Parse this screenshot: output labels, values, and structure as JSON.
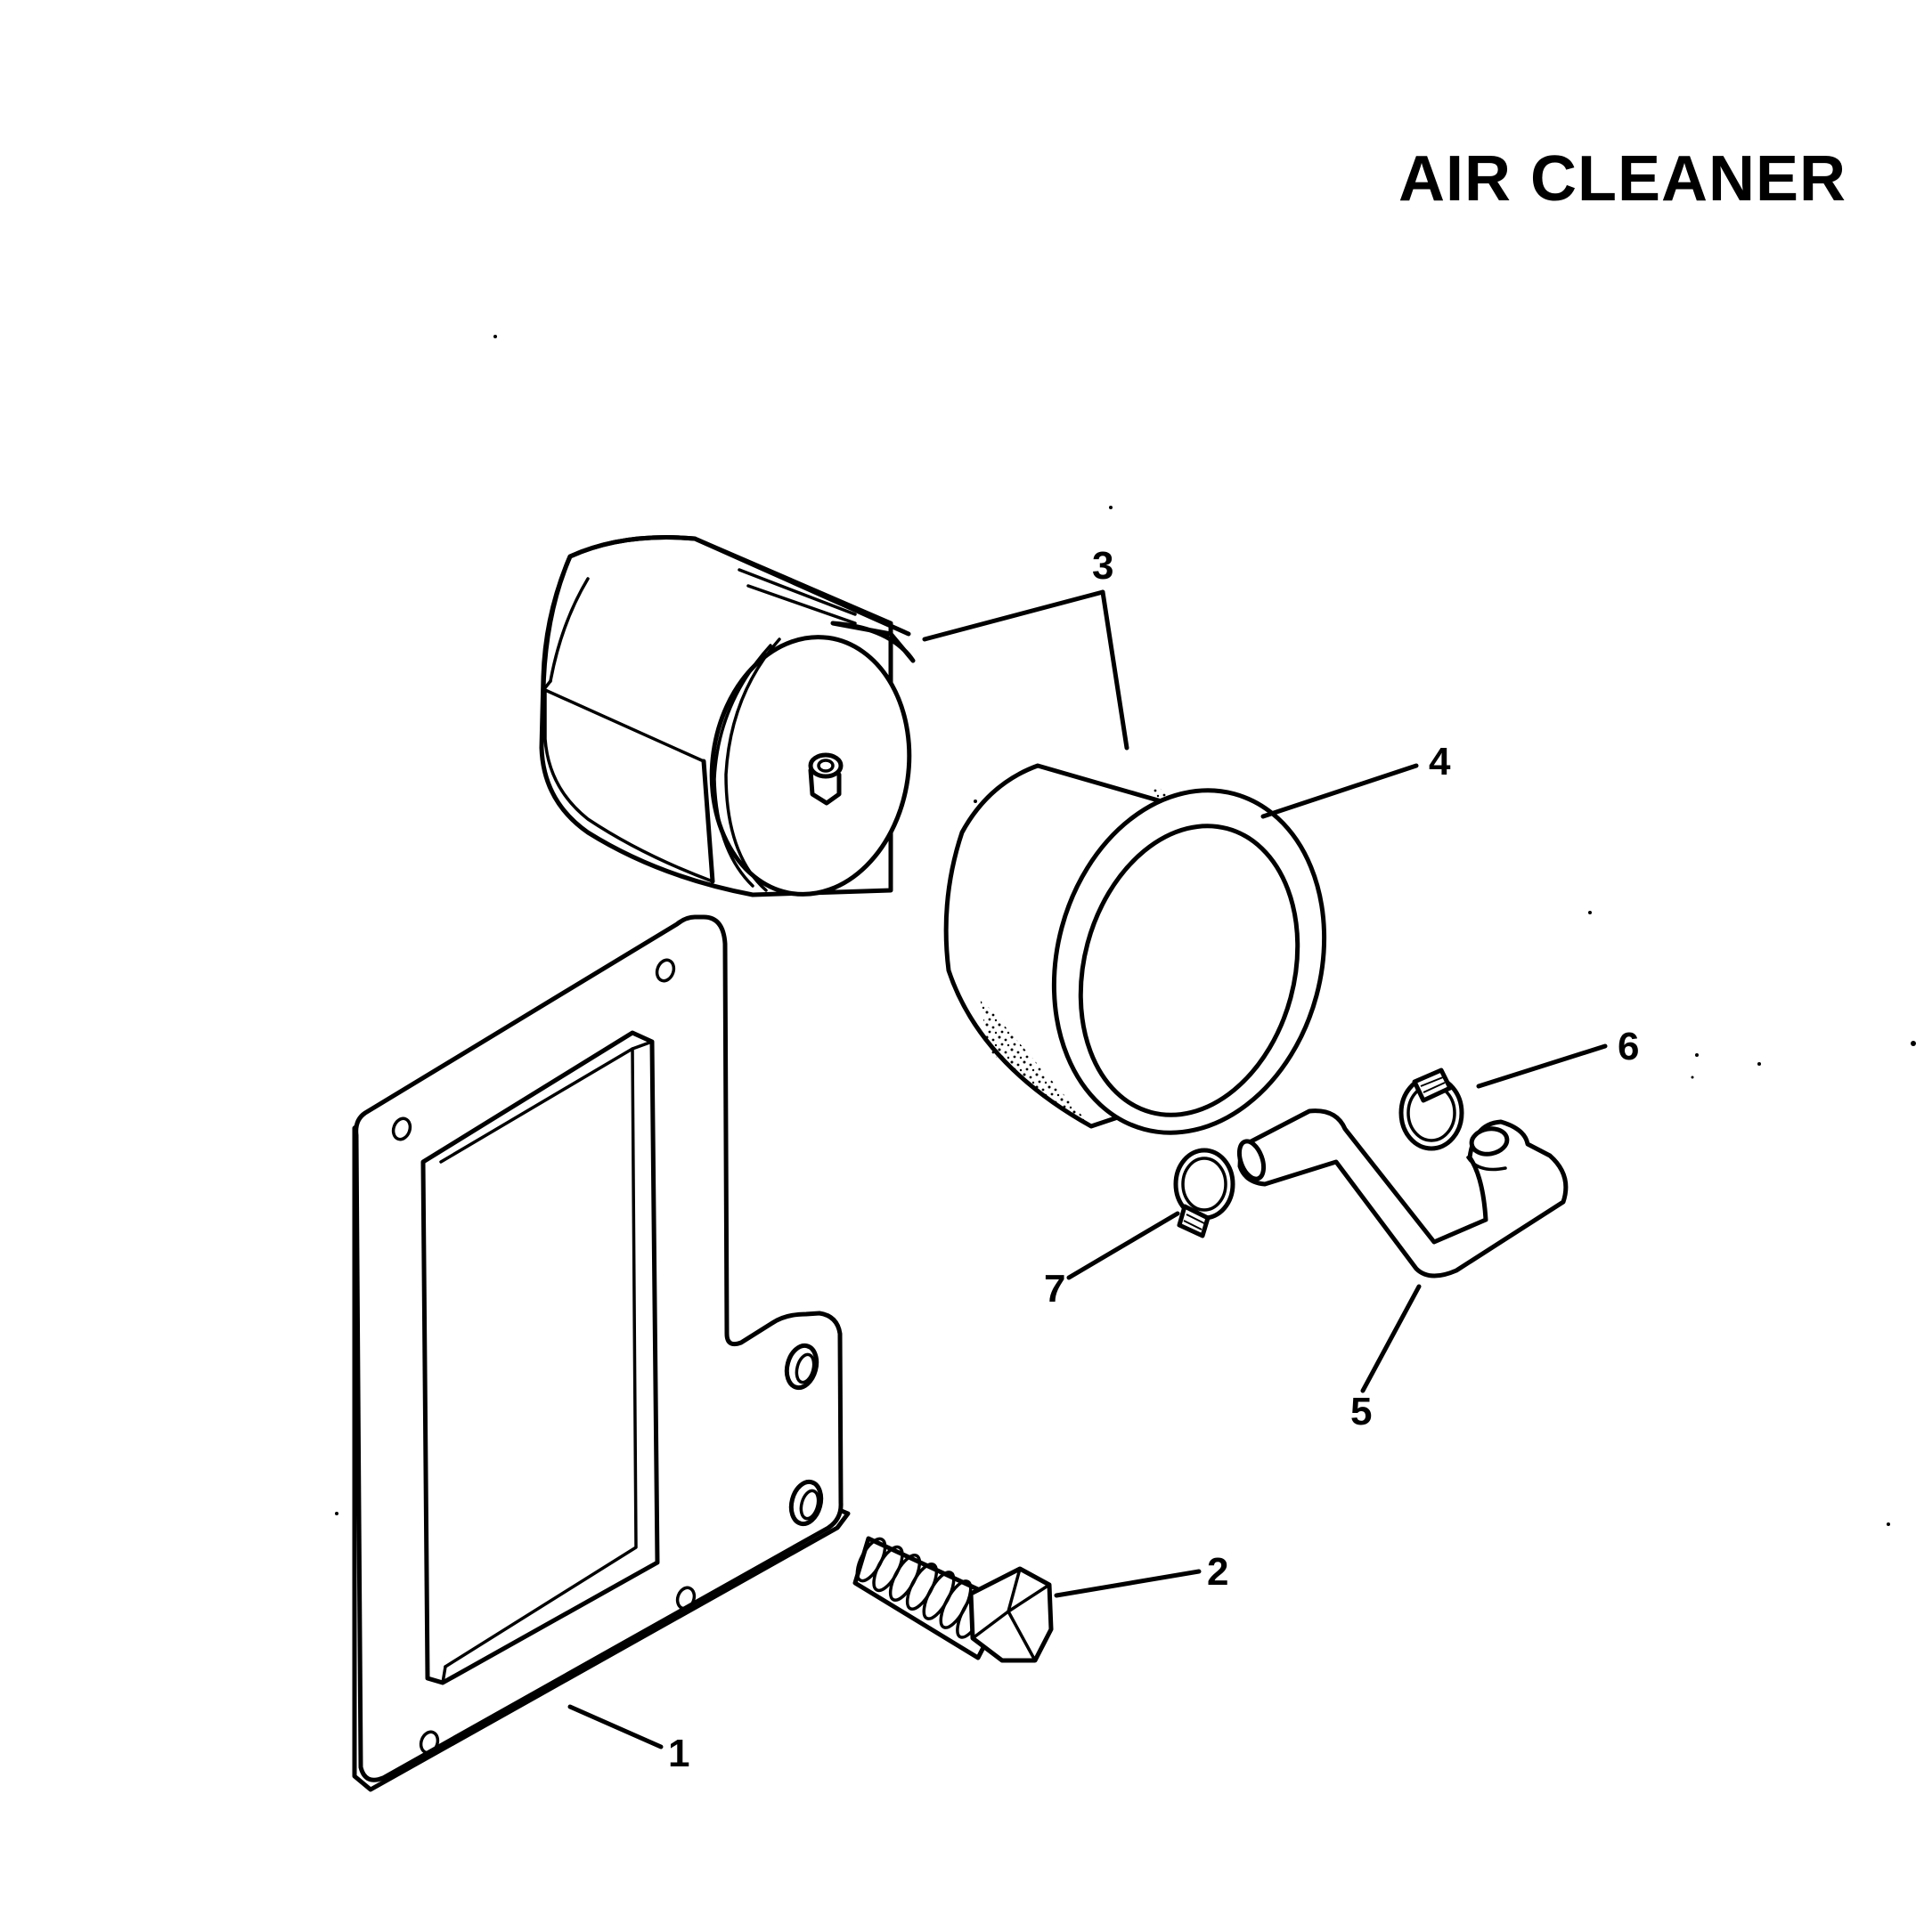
{
  "title": "AIR CLEANER",
  "callouts": {
    "c1": "1",
    "c2": "2",
    "c3": "3",
    "c4": "4",
    "c5": "5",
    "c6": "6",
    "c7": "7"
  }
}
